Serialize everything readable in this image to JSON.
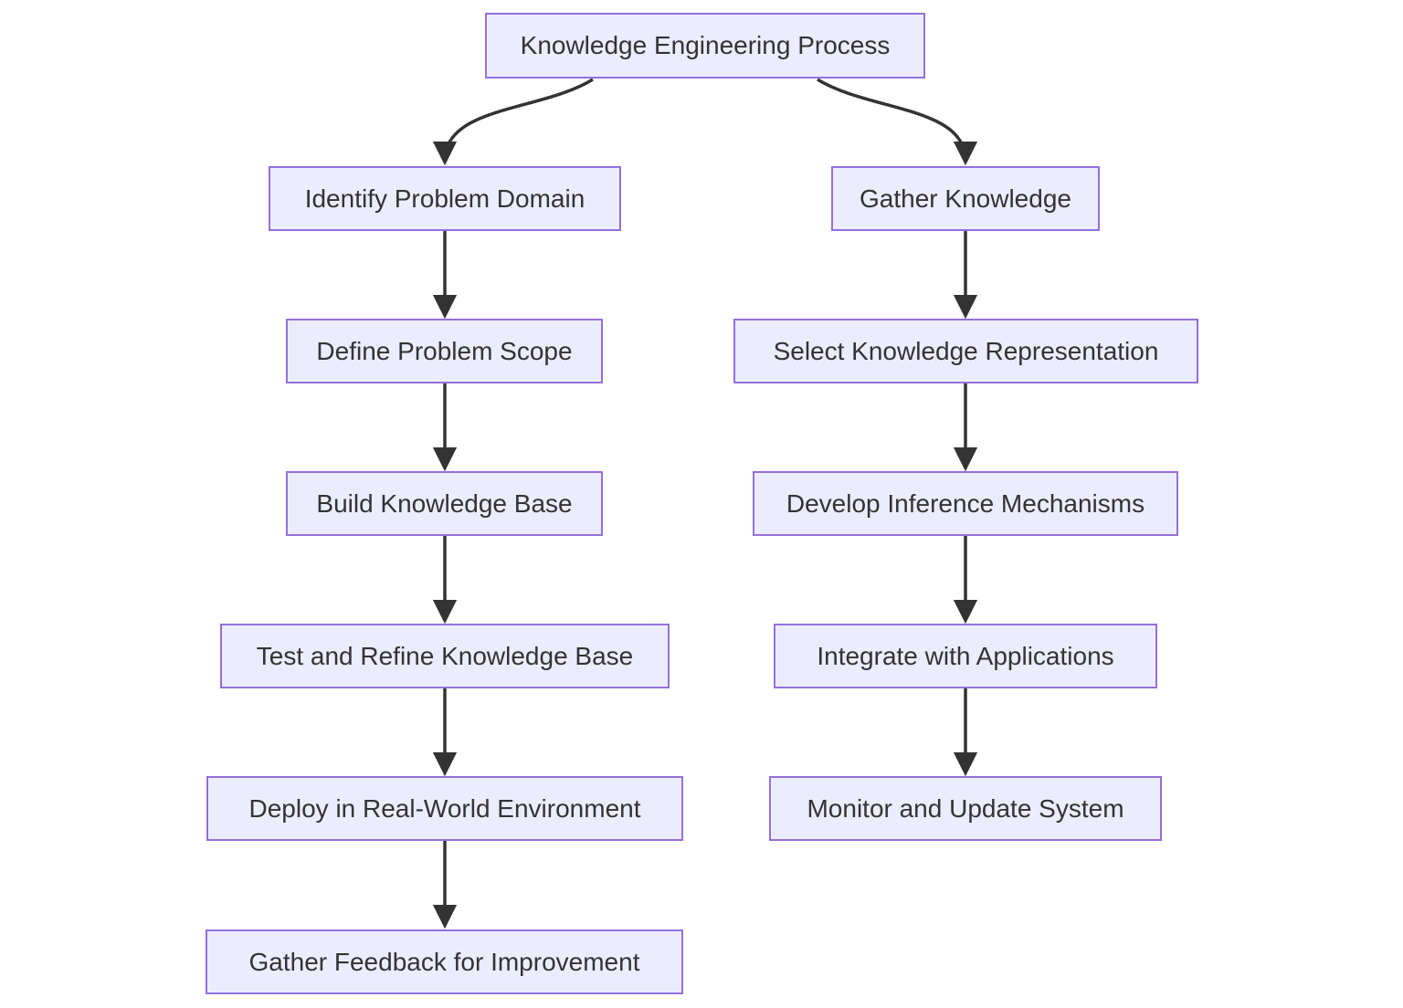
{
  "diagram": {
    "type": "flowchart",
    "direction": "top-down",
    "nodes": [
      {
        "id": "root",
        "label": "Knowledge Engineering Process"
      },
      {
        "id": "identify",
        "label": "Identify Problem Domain"
      },
      {
        "id": "define",
        "label": "Define Problem Scope"
      },
      {
        "id": "build",
        "label": "Build Knowledge Base"
      },
      {
        "id": "test",
        "label": "Test and Refine Knowledge Base"
      },
      {
        "id": "deploy",
        "label": "Deploy in Real-World Environment"
      },
      {
        "id": "feedback",
        "label": "Gather Feedback for Improvement"
      },
      {
        "id": "gather",
        "label": "Gather Knowledge"
      },
      {
        "id": "select",
        "label": "Select Knowledge Representation"
      },
      {
        "id": "develop",
        "label": "Develop Inference Mechanisms"
      },
      {
        "id": "integrate",
        "label": "Integrate with Applications"
      },
      {
        "id": "monitor",
        "label": "Monitor and Update System"
      }
    ],
    "edges": [
      {
        "from": "root",
        "to": "identify"
      },
      {
        "from": "root",
        "to": "gather"
      },
      {
        "from": "identify",
        "to": "define"
      },
      {
        "from": "define",
        "to": "build"
      },
      {
        "from": "build",
        "to": "test"
      },
      {
        "from": "test",
        "to": "deploy"
      },
      {
        "from": "deploy",
        "to": "feedback"
      },
      {
        "from": "gather",
        "to": "select"
      },
      {
        "from": "select",
        "to": "develop"
      },
      {
        "from": "develop",
        "to": "integrate"
      },
      {
        "from": "integrate",
        "to": "monitor"
      }
    ],
    "colors": {
      "background": "#ffffff",
      "node_fill": "#ECECFF",
      "node_border": "#9370DB",
      "text": "#333333",
      "edge": "#333333"
    }
  }
}
